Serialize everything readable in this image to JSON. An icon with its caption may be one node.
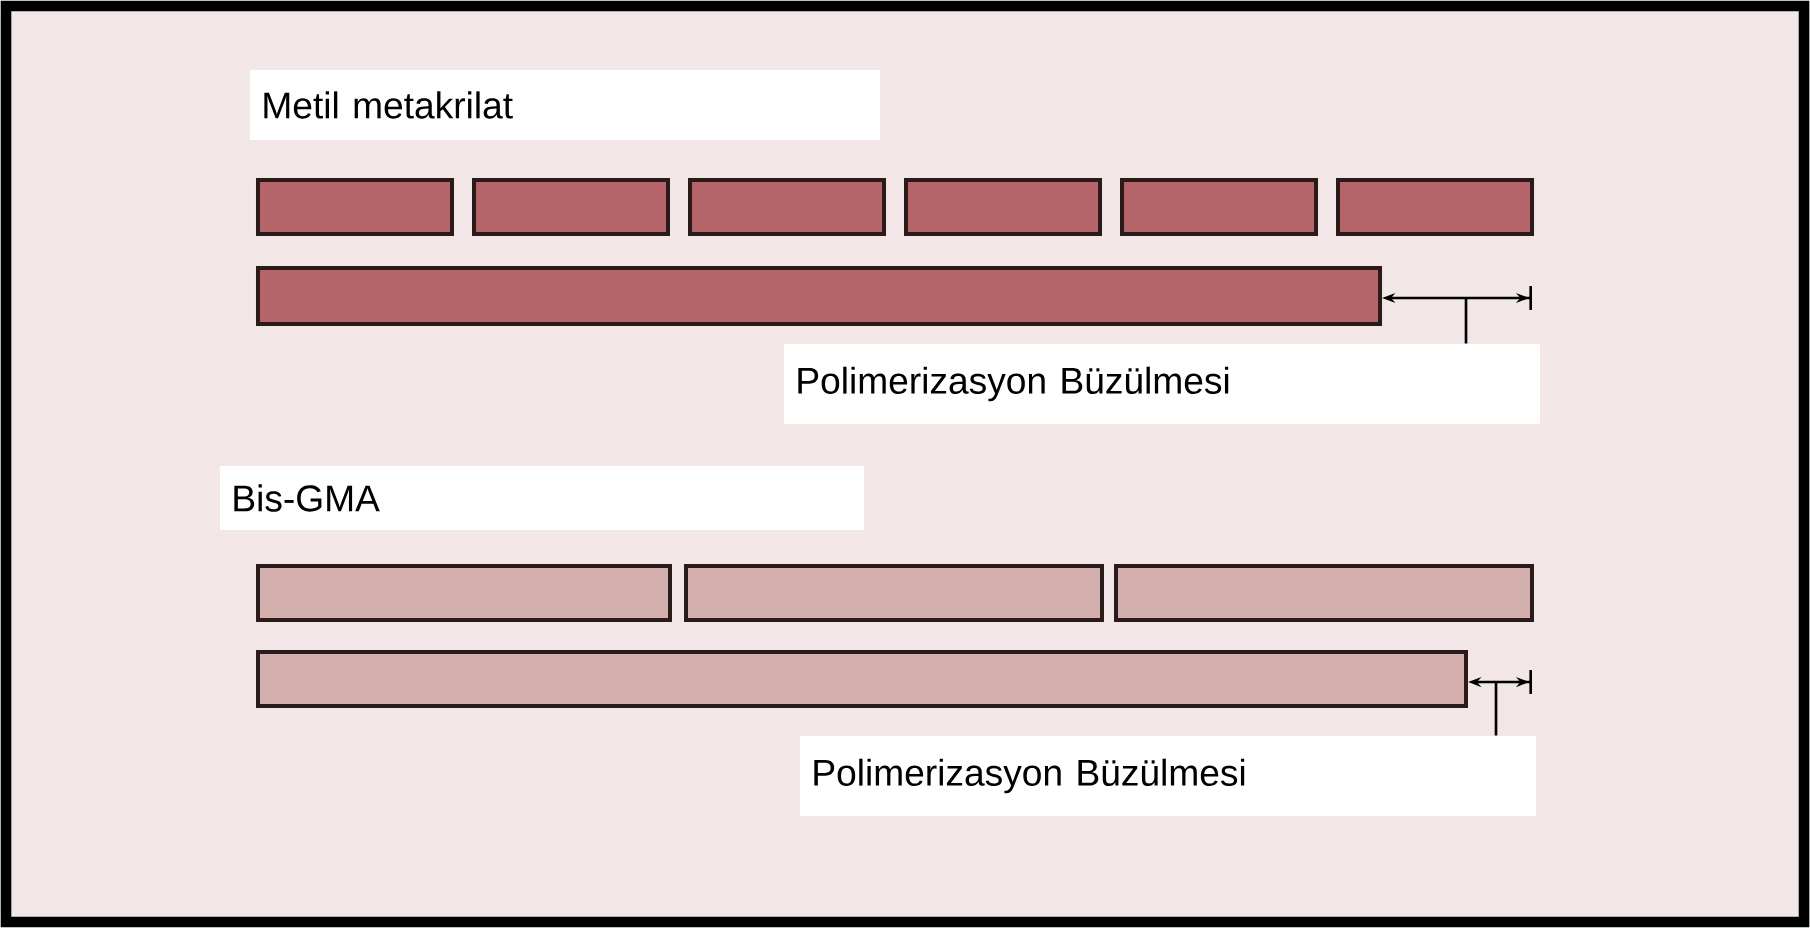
{
  "diagram": {
    "nodes": [
      {
        "text": [
          "Metil metakrilat"
        ]
      },
      {
        "text": [],
        "shape": "bar"
      },
      {
        "text": [],
        "shape": "bar"
      },
      {
        "text": [],
        "shape": "bar"
      },
      {
        "text": [],
        "shape": "bar"
      },
      {
        "text": [],
        "shape": "bar"
      },
      {
        "text": [],
        "shape": "bar"
      },
      {
        "text": [],
        "shape": "bar"
      },
      {
        "text": [
          "Polimerizasyon Büzülmesi"
        ]
      },
      {
        "text": [
          "Bis-GMA"
        ]
      },
      {
        "text": [],
        "shape": "bar"
      },
      {
        "text": [],
        "shape": "bar"
      },
      {
        "text": [],
        "shape": "bar"
      },
      {
        "text": [],
        "shape": "bar"
      },
      {
        "text": [
          "Polimerizasyon Büzülmesi"
        ]
      }
    ],
    "edges": [
      {
        "from": 8,
        "to": null,
        "arrow": "none"
      },
      {
        "from": 14,
        "to": null,
        "arrow": "none"
      }
    ]
  }
}
